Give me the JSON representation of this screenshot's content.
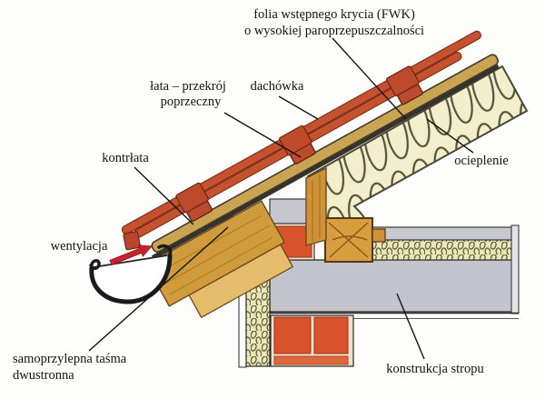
{
  "figure": {
    "description": "Przekrój okapu dachu - detal konstrukcyjny",
    "labels": {
      "fwk": {
        "line1": "folia wstępnego krycia (FWK)",
        "line2": "o wysokiej paroprzepuszczalności"
      },
      "lata": {
        "line1": "łata – przekrój",
        "line2": "poprzeczny"
      },
      "dachowka": "dachówka",
      "kontrlata": "kontrłata",
      "wentylacja": "wentylacja",
      "tasma": {
        "line1": "samoprzylepna taśma",
        "line2": "dwustronna"
      },
      "ocieplenie": "ocieplenie",
      "konstrukcja_stropu": "konstrukcja stropu"
    },
    "colors": {
      "tile_red": "#c5522e",
      "tile_joint_red": "#bd4a2b",
      "batten_red": "#bb4a2e",
      "counter_batten_tan": "#c9a452",
      "membrane_dark": "#35322a",
      "rafter_wood": "#d09b3d",
      "fascia_wood": "#e5bd6d",
      "wall_plate_wood": "#d79d3e",
      "insulation_cream": "#f3efcd",
      "insulation_stroke": "#54523a",
      "wall_insulation_bg": "#ebe7bd",
      "concrete_gray": "#c4c4ce",
      "brick_orange": "#d8532c",
      "mortar_light": "#f0e0cc",
      "flashing_gray": "#a8a8a8",
      "arrow_red": "#c8222a",
      "outline_dark": "#1a1a1a"
    }
  }
}
